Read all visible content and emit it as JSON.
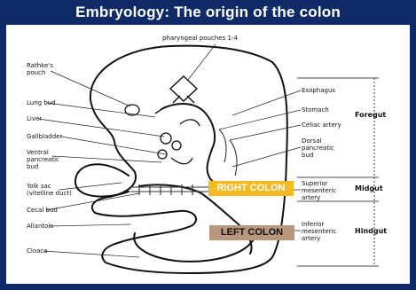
{
  "title": "Embryology:  The origin of the colon",
  "labels": {
    "pharyngeal": "pharyngeal pouches 1-4",
    "rathke": "Rathke's pouch",
    "lung_bud": "Lung bud",
    "liver": "Liver",
    "gallbladder": "Gallbladder",
    "ventral_pancreatic": "Ventral pancreatic bud",
    "yolk_sac": "Yolk sac (vitelline duct)",
    "cecal_bud": "Cecal bud",
    "allantois": "Allantois",
    "cloaca": "Cloaca",
    "esophagus": "Esophagus",
    "stomach": "Stomach",
    "celiac": "Celiac artery",
    "dorsal_pancreatic": "Dorsal pancreatic bud",
    "superior_mesenteric": "Superior mesenteric artery",
    "inferior_mesenteric": "Inferior mesenteric artery"
  },
  "regions": {
    "foregut": "Foregut",
    "midgut": "Midgut",
    "hindgut": "Hindgut"
  },
  "highlights": {
    "right_colon": "RIGHT COLON",
    "left_colon": "LEFT COLON",
    "right_color": "#f5b921",
    "left_color": "#b8977c"
  },
  "colors": {
    "title_bar": "#0f2a66",
    "title_text": "#ffffff"
  }
}
